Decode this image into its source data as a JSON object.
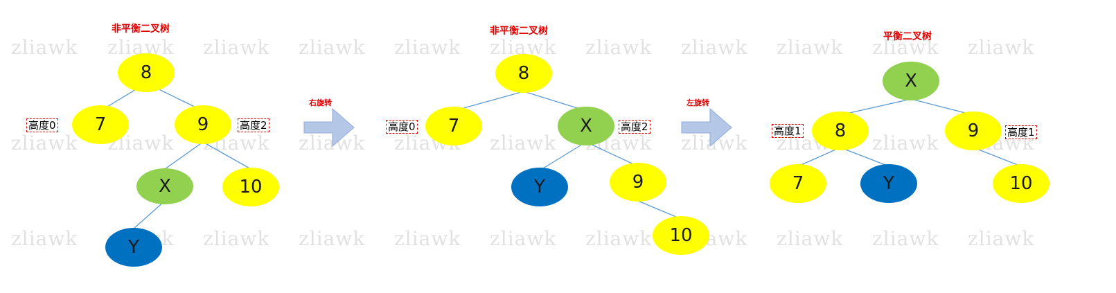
{
  "watermark": "zliawk",
  "panels": [
    {
      "title": "非平衡二叉树",
      "nodes": [
        {
          "id": "p1-8",
          "label": "8",
          "color": "#ffff00"
        },
        {
          "id": "p1-7",
          "label": "7",
          "color": "#ffff00"
        },
        {
          "id": "p1-9",
          "label": "9",
          "color": "#ffff00"
        },
        {
          "id": "p1-x",
          "label": "X",
          "color": "#92d050"
        },
        {
          "id": "p1-10",
          "label": "10",
          "color": "#ffff00"
        },
        {
          "id": "p1-y",
          "label": "Y",
          "color": "#0070c0"
        }
      ],
      "heights": [
        {
          "text": "高度0"
        },
        {
          "text": "高度2"
        }
      ]
    },
    {
      "title": "非平衡二叉树",
      "nodes": [
        {
          "id": "p2-8",
          "label": "8",
          "color": "#ffff00"
        },
        {
          "id": "p2-7",
          "label": "7",
          "color": "#ffff00"
        },
        {
          "id": "p2-x",
          "label": "X",
          "color": "#92d050"
        },
        {
          "id": "p2-y",
          "label": "Y",
          "color": "#0070c0"
        },
        {
          "id": "p2-9",
          "label": "9",
          "color": "#ffff00"
        },
        {
          "id": "p2-10",
          "label": "10",
          "color": "#ffff00"
        }
      ],
      "heights": [
        {
          "text": "高度0"
        },
        {
          "text": "高度2"
        }
      ]
    },
    {
      "title": "平衡二叉树",
      "nodes": [
        {
          "id": "p3-x",
          "label": "X",
          "color": "#92d050"
        },
        {
          "id": "p3-8",
          "label": "8",
          "color": "#ffff00"
        },
        {
          "id": "p3-9",
          "label": "9",
          "color": "#ffff00"
        },
        {
          "id": "p3-7",
          "label": "7",
          "color": "#ffff00"
        },
        {
          "id": "p3-y",
          "label": "Y",
          "color": "#0070c0"
        },
        {
          "id": "p3-10",
          "label": "10",
          "color": "#ffff00"
        }
      ],
      "heights": [
        {
          "text": "高度1"
        },
        {
          "text": "高度1"
        }
      ]
    }
  ],
  "operations": [
    {
      "label": "右旋转"
    },
    {
      "label": "左旋转"
    }
  ],
  "colors": {
    "edge": "#5b9bd5",
    "arrow_fill": "#b4c7e7",
    "arrow_stroke": "#8faadc"
  }
}
